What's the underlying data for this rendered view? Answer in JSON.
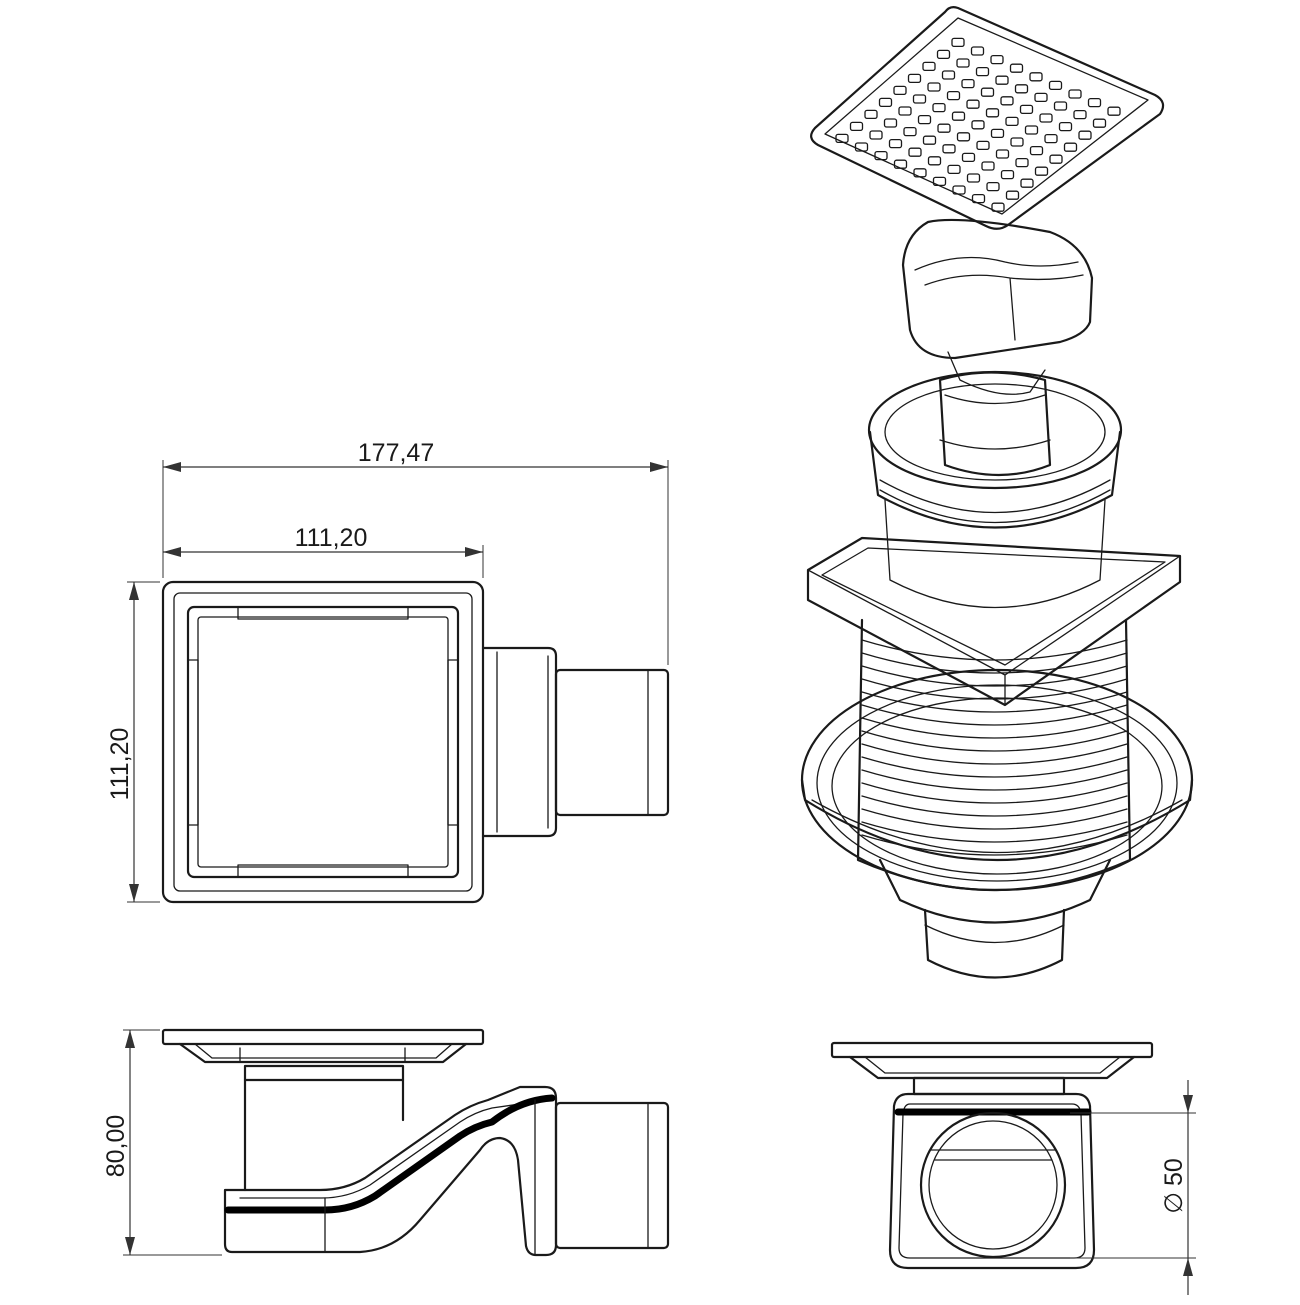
{
  "dimensions": {
    "overall_length": "177,47",
    "grate_width": "111,20",
    "grate_height": "111,20",
    "total_height": "80,00",
    "outlet_diameter_symbol": "∅",
    "outlet_diameter_value": "50"
  }
}
